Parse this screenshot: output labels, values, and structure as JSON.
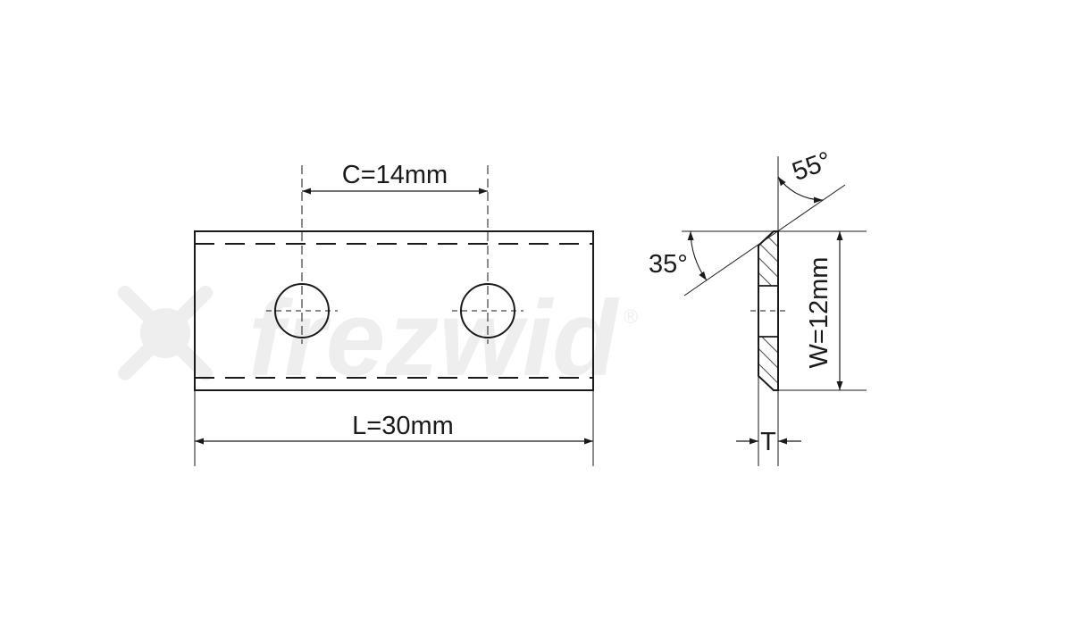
{
  "dimensions": {
    "center_distance": "C=14mm",
    "length": "L=30mm",
    "width": "W=12mm",
    "thickness": "T",
    "angle_top": "55°",
    "angle_side": "35°"
  },
  "watermark": {
    "brand": "frezwid",
    "registered_mark": "®"
  },
  "colors": {
    "ink": "#1a1a1a",
    "watermark": "#eeeeee"
  }
}
